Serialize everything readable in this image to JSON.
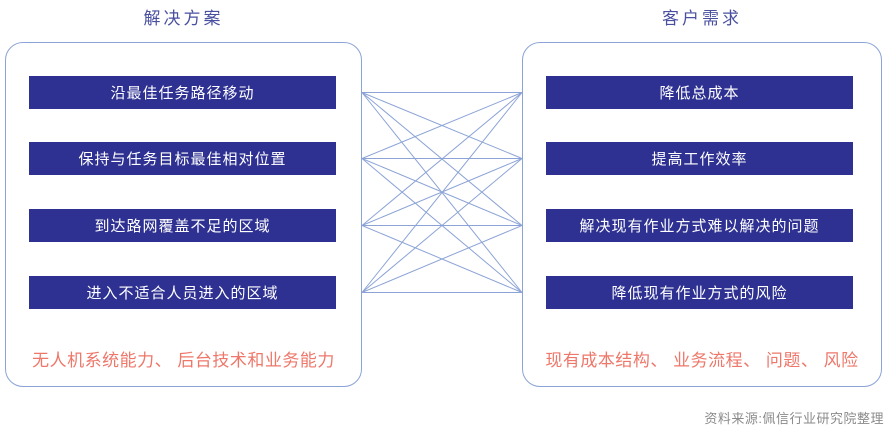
{
  "left": {
    "title": "解决方案",
    "items": [
      "沿最佳任务路径移动",
      "保持与任务目标最佳相对位置",
      "到达路网覆盖不足的区域",
      "进入不适合人员进入的区域"
    ],
    "caption": "无人机系统能力、 后台技术和业务能力"
  },
  "right": {
    "title": "客户需求",
    "items": [
      "降低总成本",
      "提高工作效率",
      "解决现有作业方式难以解决的问题",
      "降低现有作业方式的风险"
    ],
    "caption": "现有成本结构、 业务流程、 问题、 风险"
  },
  "connections": "complete-bipartite",
  "source": "资料来源:佩信行业研究院整理",
  "colors": {
    "box_fill": "#2e3192",
    "box_text": "#ffffff",
    "line": "#8ba3d6",
    "title_text": "#4a50a0",
    "caption_text": "#ee776a",
    "source_text": "#8a8a8a"
  }
}
